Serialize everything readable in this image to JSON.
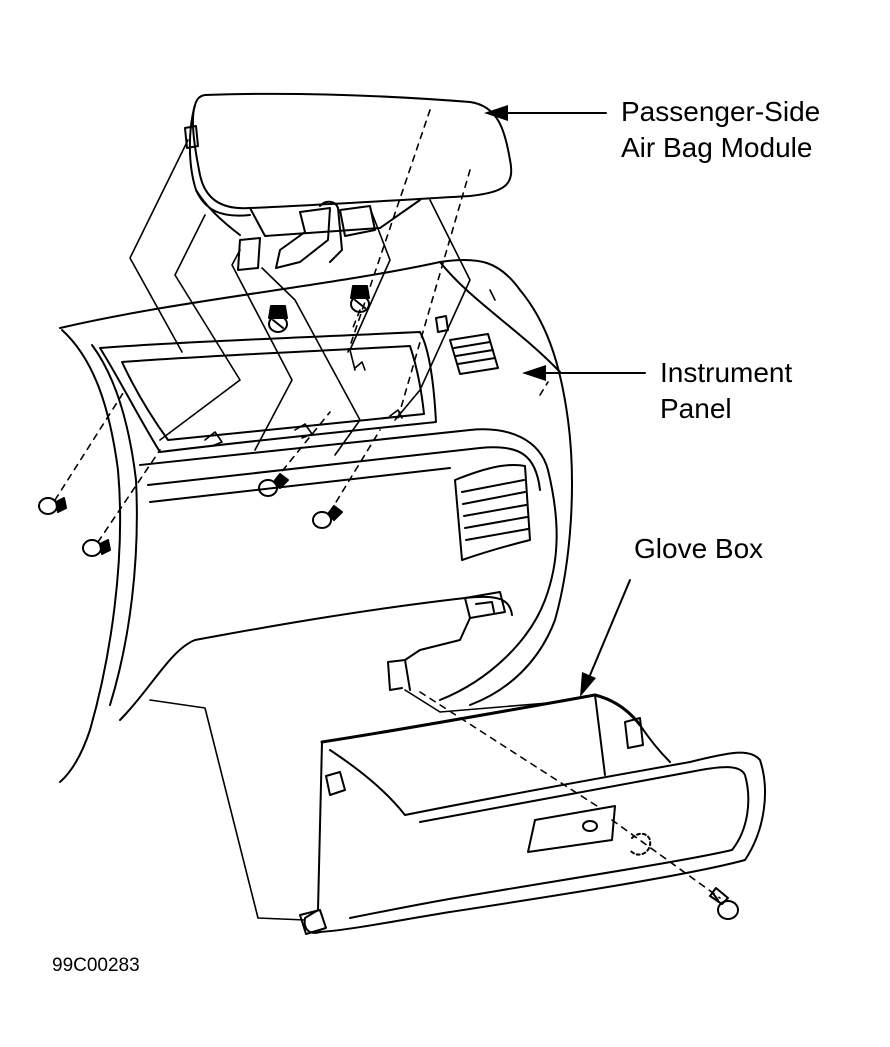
{
  "labels": {
    "airbag_line1": "Passenger-Side",
    "airbag_line2": "Air Bag Module",
    "instrument_line1": "Instrument",
    "instrument_line2": "Panel",
    "glove_box": "Glove Box"
  },
  "figure_code": "99C00283",
  "colors": {
    "ink": "#000000",
    "paper": "#ffffff"
  }
}
